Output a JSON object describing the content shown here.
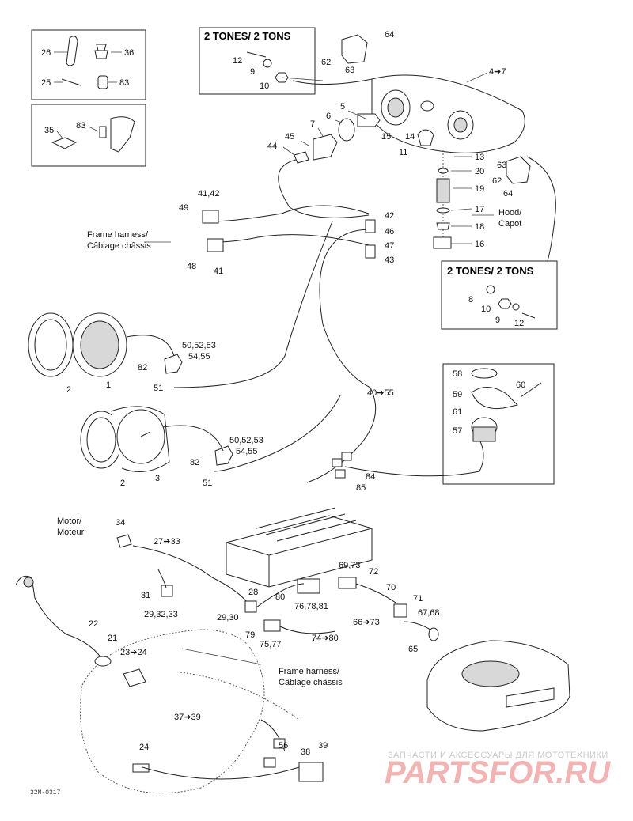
{
  "boxes": {
    "tones_top": "2 TONES/ 2 TONS",
    "tones_right": "2 TONES/ 2 TONS"
  },
  "callouts": {
    "frame_harness_1a": "Frame harness/",
    "frame_harness_1b": "Câblage châssis",
    "frame_harness_2a": "Frame harness/",
    "frame_harness_2b": "Câblage châssis",
    "hood_a": "Hood/",
    "hood_b": "Capot",
    "motor_a": "Motor/",
    "motor_b": "Moteur"
  },
  "labels": {
    "p26": "26",
    "p36": "36",
    "p25": "25",
    "p83a": "83",
    "p35": "35",
    "p83b": "83",
    "p12a": "12",
    "p9a": "9",
    "p10a": "10",
    "p64a": "64",
    "p62a": "62",
    "p63a": "63",
    "p4_7": "4➔7",
    "p5": "5",
    "p6": "6",
    "p7": "7",
    "p45": "45",
    "p44": "44",
    "p15": "15",
    "p14": "14",
    "p11": "11",
    "p13": "13",
    "p20": "20",
    "p19": "19",
    "p17": "17",
    "p18": "18",
    "p16": "16",
    "p63b": "63",
    "p62b": "62",
    "p64b": "64",
    "p41_42": "41,42",
    "p49": "49",
    "p48": "48",
    "p41": "41",
    "p42": "42",
    "p46": "46",
    "p47": "47",
    "p43": "43",
    "p8": "8",
    "p10b": "10",
    "p9b": "9",
    "p12b": "12",
    "p50_53a": "50,52,53",
    "p54_55a": "54,55",
    "p82a": "82",
    "p51a": "51",
    "p2a": "2",
    "p1": "1",
    "p40_55": "40➔55",
    "p58": "58",
    "p59": "59",
    "p60": "60",
    "p61": "61",
    "p57": "57",
    "p50_53b": "50,52,53",
    "p54_55b": "54,55",
    "p82b": "82",
    "p51b": "51",
    "p2b": "2",
    "p3": "3",
    "p84": "84",
    "p85": "85",
    "p34": "34",
    "p27_33": "27➔33",
    "p69_73": "69,73",
    "p72": "72",
    "p70": "70",
    "p71": "71",
    "p66_73": "66➔73",
    "p67_68": "67,68",
    "p65": "65",
    "p31": "31",
    "p29_33": "29,32,33",
    "p28": "28",
    "p29_30": "29,30",
    "p80": "80",
    "p76_81": "76,78,81",
    "p79": "79",
    "p75_77": "75,77",
    "p74_80": "74➔80",
    "p22": "22",
    "p21": "21",
    "p23_24": "23➔24",
    "p37_39": "37➔39",
    "p56": "56",
    "p38": "38",
    "p39": "39",
    "p24": "24"
  },
  "watermark": {
    "top": "ЗАПЧАСТИ И АКСЕССУАРЫ ДЛЯ МОТОТЕХНИКИ",
    "brand": "PARTSFOR.RU"
  },
  "code": "32M-0317"
}
